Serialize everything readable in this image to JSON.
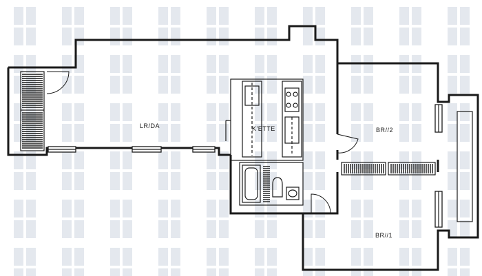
{
  "rooms": {
    "living_dining": "LR/DA",
    "kitchen": "K'ETTE",
    "bedroom_2": "BR//2",
    "bedroom_1": "BR//1"
  },
  "colors": {
    "line": "#1a1a1a",
    "background": "#ffffff",
    "watermark": "#e4e8ee"
  }
}
